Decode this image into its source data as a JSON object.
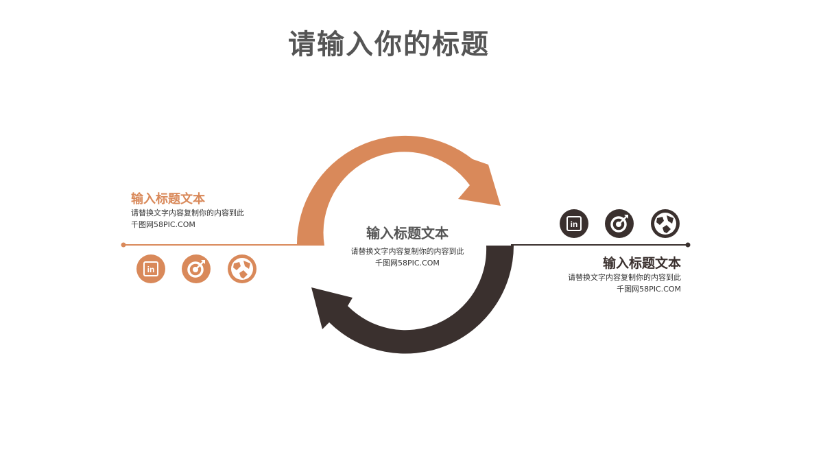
{
  "title": "请输入你的标题",
  "colors": {
    "accent_orange": "#d9895a",
    "accent_dark": "#3a302e",
    "title_gray": "#555555",
    "text": "#333333"
  },
  "left": {
    "heading": "输入标题文本",
    "body_line1": "请替换文字内容复制你的内容到此",
    "body_line2": "千图网58PIC.COM",
    "icons": [
      "linkedin-icon",
      "target-icon",
      "globe-icon"
    ]
  },
  "center": {
    "heading": "输入标题文本",
    "body_line1": "请替换文字内容复制你的内容到此",
    "body_line2": "千图网58PIC.COM"
  },
  "right": {
    "heading": "输入标题文本",
    "body_line1": "请替换文字内容复制你的内容到此",
    "body_line2": "千图网58PIC.COM",
    "icons": [
      "linkedin-icon",
      "target-icon",
      "globe-icon"
    ]
  },
  "icon_glyphs": {
    "linkedin": "in"
  }
}
